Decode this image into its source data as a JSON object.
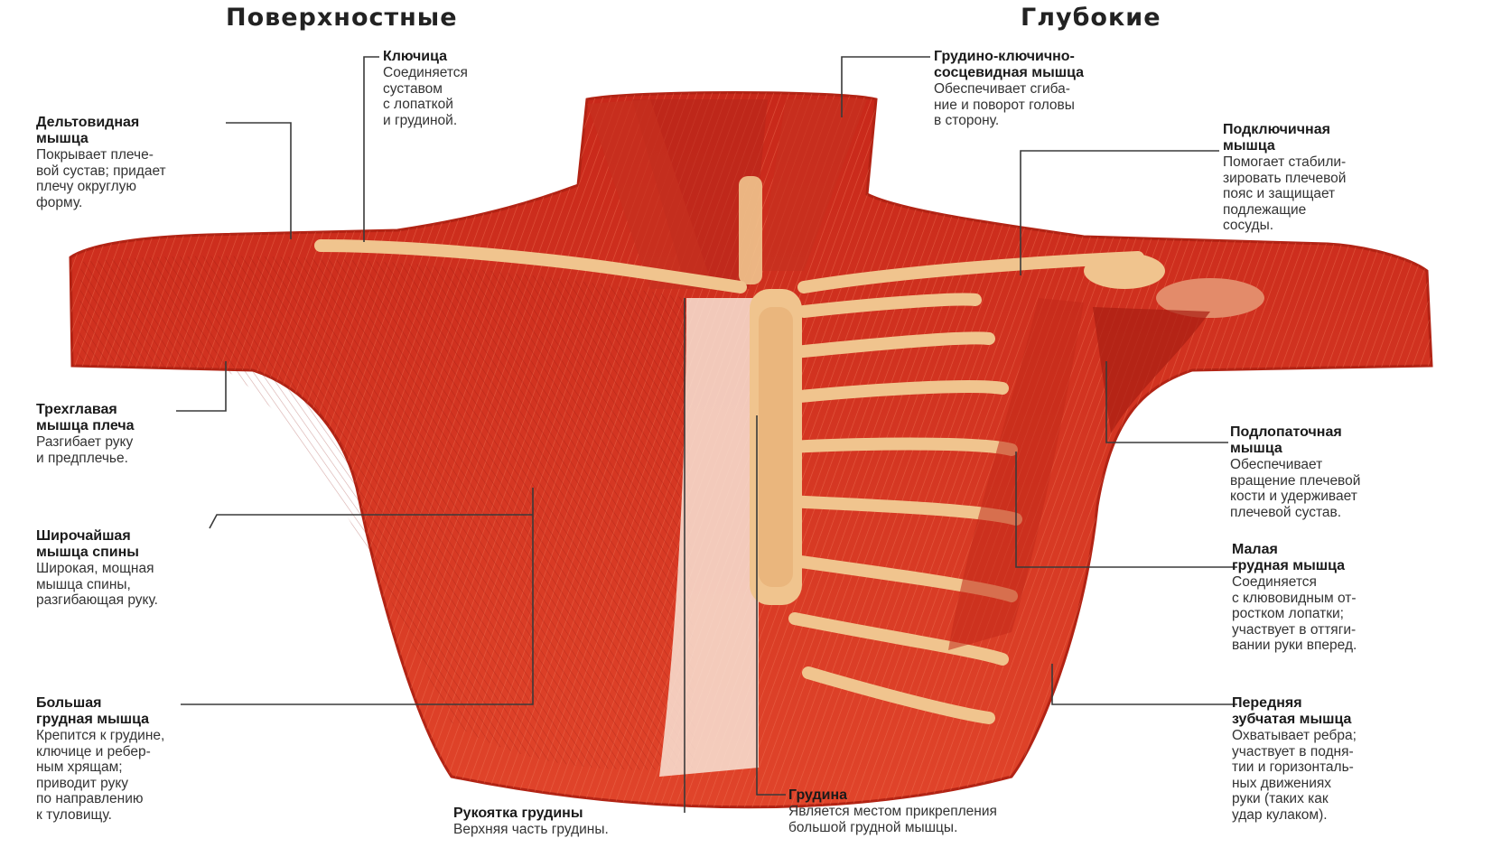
{
  "headings": {
    "left": "Поверхностные",
    "right": "Глубокие"
  },
  "labels": {
    "clavicle": {
      "title": "Ключица",
      "desc": "Соединяется\nсуставом\nс лопаткой\nи грудиной."
    },
    "deltoid": {
      "title": "Дельтовидная\nмышца",
      "desc": "Покрывает плече-\nвой сустав; придает\nплечу округлую\nформу."
    },
    "triceps": {
      "title": "Трехглавая\nмышца плеча",
      "desc": "Разгибает руку\nи предплечье."
    },
    "latissimus": {
      "title": "Широчайшая\nмышца спины",
      "desc": "Широкая, мощная\nмышца спины,\nразгибающая руку."
    },
    "pectoralis_major": {
      "title": "Большая\nгрудная мышца",
      "desc": "Крепится к грудине,\nключице и ребер-\nным хрящам;\nприводит руку\nпо направлению\nк туловищу."
    },
    "manubrium": {
      "title": "Рукоятка грудины",
      "desc": "Верхняя часть грудины."
    },
    "sternum": {
      "title": "Грудина",
      "desc": "Является местом прикрепления\nбольшой грудной мышцы."
    },
    "sternocleidomastoid": {
      "title": "Грудино-ключично-\nсосцевидная мышца",
      "desc": "Обеспечивает сгиба-\nние и поворот головы\nв сторону."
    },
    "subclavius": {
      "title": "Подключичная\nмышца",
      "desc": "Помогает стабили-\nзировать плечевой\nпояс и защищает\nподлежащие\nсосуды."
    },
    "subscapularis": {
      "title": "Подлопаточная\nмышца",
      "desc": "Обеспечивает\nвращение плечевой\nкости и удерживает\nплечевой сустав."
    },
    "pectoralis_minor": {
      "title": "Малая\nгрудная мышца",
      "desc": "Соединяется\nс клювовидным от-\nростком лопатки;\nучаствует в оттяги-\nвании руки вперед."
    },
    "serratus": {
      "title": "Передняя\nзубчатая мышца",
      "desc": "Охватывает ребра;\nучаствует в подня-\nтии и горизонталь-\nных движениях\nруки (таких как\nудар кулаком)."
    }
  },
  "colors": {
    "muscle": "#d8331f",
    "muscle_dark": "#a51d12",
    "bone": "#f0c48e",
    "leader": "#3a3a3a"
  }
}
